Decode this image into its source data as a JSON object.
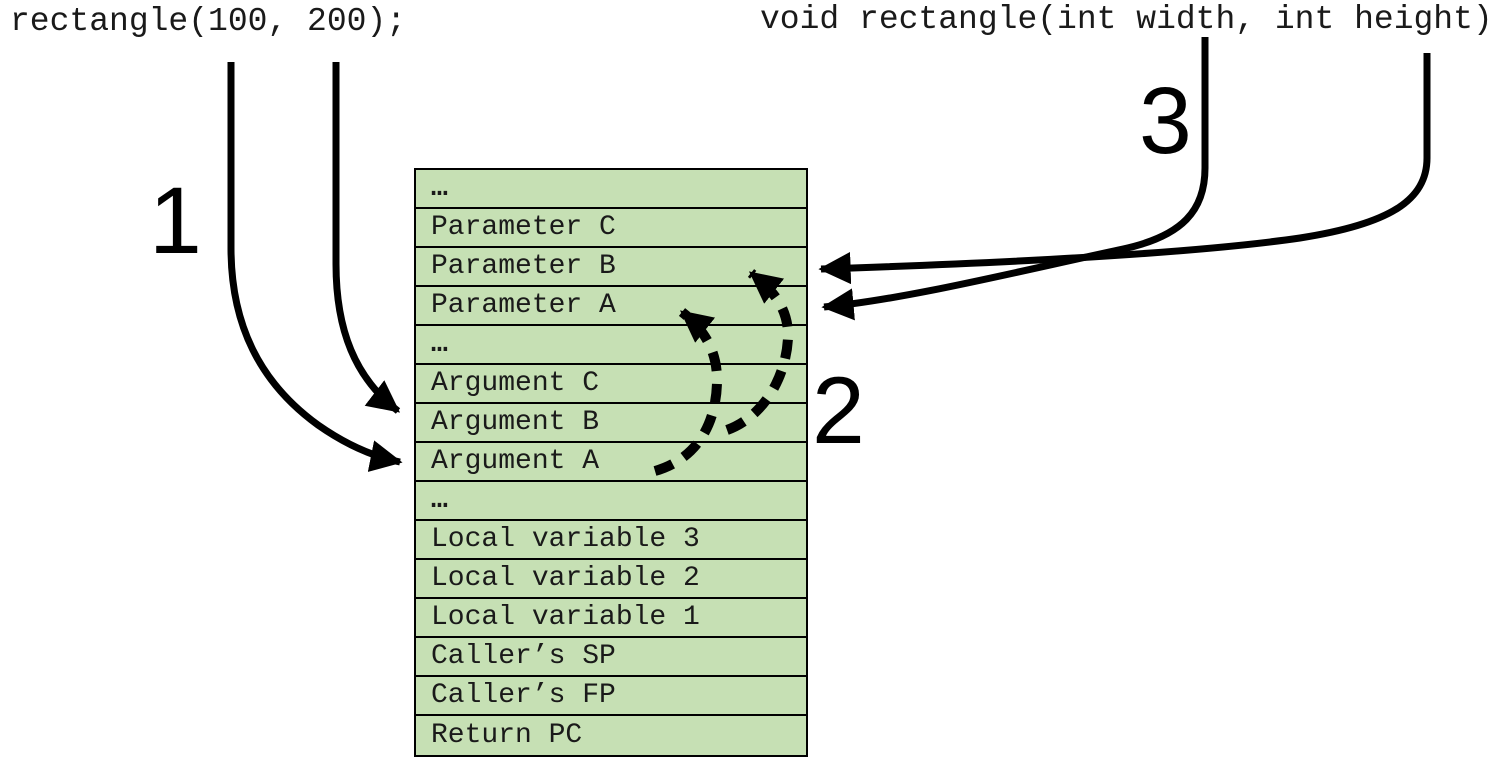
{
  "caller_code": "rectangle(100, 200);",
  "callee_signature": "void rectangle(int width, int height)",
  "labels": {
    "step1": "1",
    "step2": "2",
    "step3": "3"
  },
  "stack": {
    "rows": [
      "…",
      "Parameter C",
      "Parameter B",
      "Parameter A",
      "…",
      "Argument C",
      "Argument B",
      "Argument A",
      "…",
      "Local variable 3",
      "Local variable 2",
      "Local variable 1",
      "Caller’s SP",
      "Caller’s FP",
      "Return PC"
    ]
  },
  "arrows": {
    "step1_push_arguments": [
      {
        "from": "100",
        "to": "Argument A",
        "style": "solid"
      },
      {
        "from": "200",
        "to": "Argument B",
        "style": "solid"
      }
    ],
    "step2_copy_to_parameters": [
      {
        "from": "Argument A",
        "to": "Parameter A",
        "style": "dashed"
      },
      {
        "from": "Argument B",
        "to": "Parameter B",
        "style": "dashed"
      }
    ],
    "step3_bind_parameters": [
      {
        "from": "int width",
        "to": "Parameter A",
        "style": "solid"
      },
      {
        "from": "int height",
        "to": "Parameter B",
        "style": "solid"
      }
    ]
  },
  "colors": {
    "cell_fill": "#c6e0b4",
    "line": "#000000",
    "background": "#ffffff"
  }
}
